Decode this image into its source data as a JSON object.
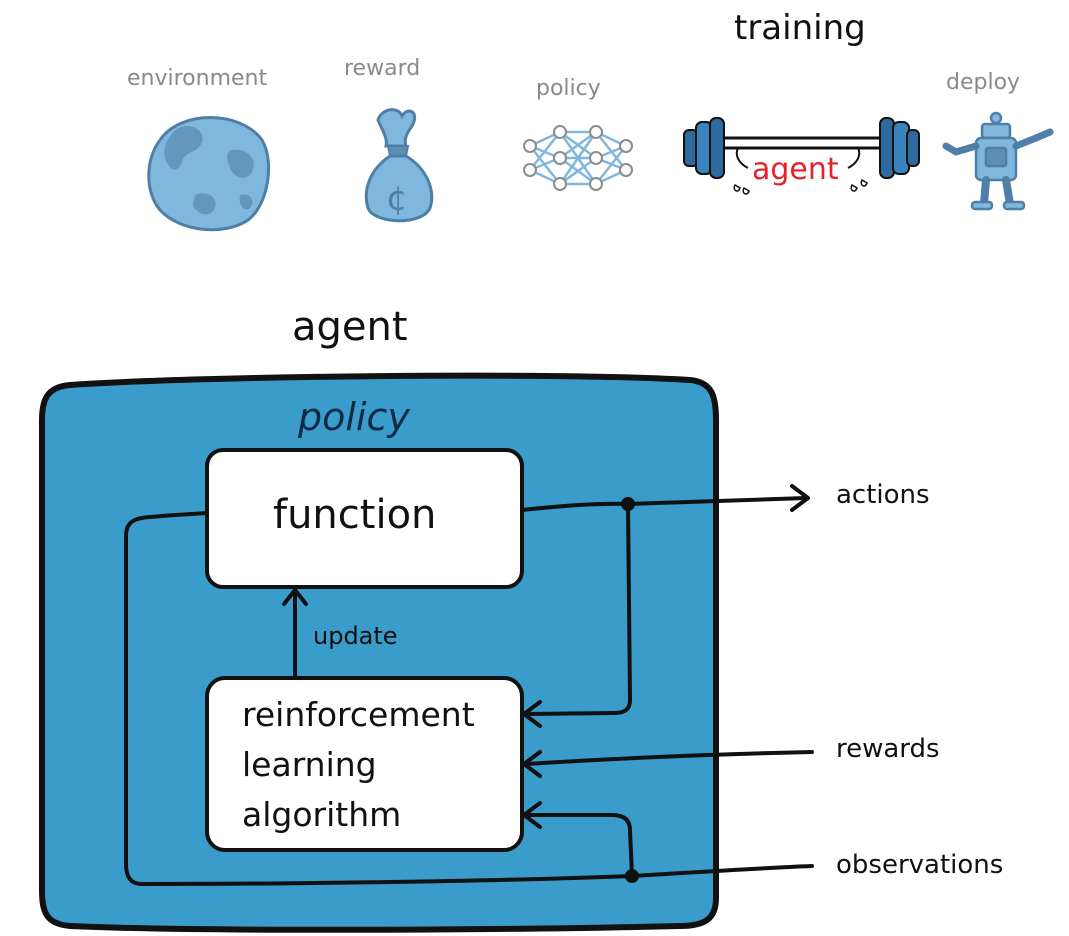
{
  "top": {
    "title": "training",
    "stages": {
      "environment": "environment",
      "reward": "reward",
      "policy": "policy",
      "agent_tag": "agent",
      "deploy": "deploy"
    },
    "reward_symbol": "¢"
  },
  "diagram": {
    "agent_title": "agent",
    "policy_title": "policy",
    "function_label": "function",
    "update_label": "update",
    "algorithm_lines": [
      "reinforcement",
      "learning",
      "algorithm"
    ],
    "outputs": {
      "actions": "actions",
      "rewards": "rewards",
      "observations": "observations"
    }
  },
  "colors": {
    "agent_box": "#3a9ccb",
    "icon_fill": "#7fb7dd",
    "icon_stroke": "#4f7fa6",
    "barbell": "#2e6a9e",
    "agent_text": "#e8202a",
    "label_gray": "#8a8a8a",
    "ink": "#111111"
  }
}
